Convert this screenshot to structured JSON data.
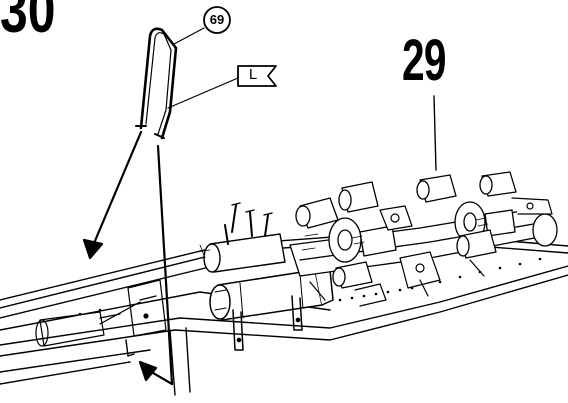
{
  "diagram": {
    "previous_step": "30",
    "step_number": "29",
    "part_callout": "69",
    "flag_callout": "L"
  },
  "colors": {
    "ink": "#000000",
    "paper": "#ffffff"
  }
}
